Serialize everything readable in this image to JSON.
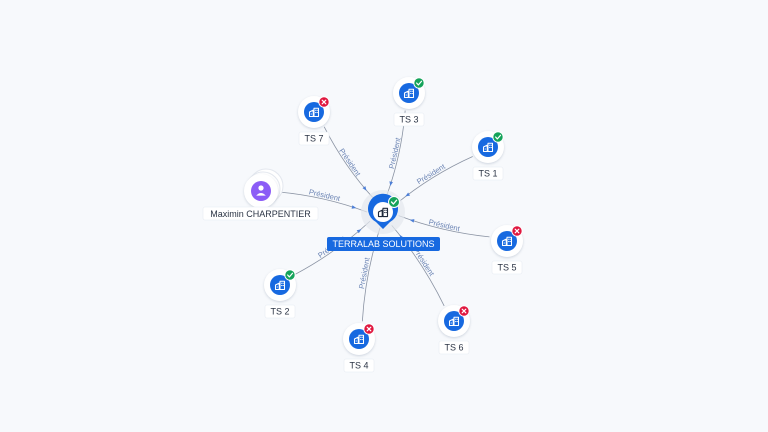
{
  "graph": {
    "center": {
      "label": "TERRALAB SOLUTIONS",
      "status": "active",
      "icon": "building-icon"
    },
    "edge_label": "Président",
    "person": {
      "label": "Maximin CHARPENTIER",
      "icon": "person-icon"
    },
    "nodes": [
      {
        "id": "ts7",
        "label": "TS 7",
        "status": "inactive",
        "icon": "building-icon"
      },
      {
        "id": "ts3",
        "label": "TS 3",
        "status": "active",
        "icon": "building-icon"
      },
      {
        "id": "ts1",
        "label": "TS 1",
        "status": "active",
        "icon": "building-icon"
      },
      {
        "id": "ts5",
        "label": "TS 5",
        "status": "inactive",
        "icon": "building-icon"
      },
      {
        "id": "ts6",
        "label": "TS 6",
        "status": "inactive",
        "icon": "building-icon"
      },
      {
        "id": "ts4",
        "label": "TS 4",
        "status": "inactive",
        "icon": "building-icon"
      },
      {
        "id": "ts2",
        "label": "TS 2",
        "status": "active",
        "icon": "building-icon"
      }
    ]
  },
  "colors": {
    "background": "#f7f9fc",
    "primary": "#1769e0",
    "person": "#8b5cf6",
    "edge": "#8a93a3",
    "edge_label": "#6b84b4",
    "status_active": "#14a35a",
    "status_inactive": "#e0173f"
  }
}
